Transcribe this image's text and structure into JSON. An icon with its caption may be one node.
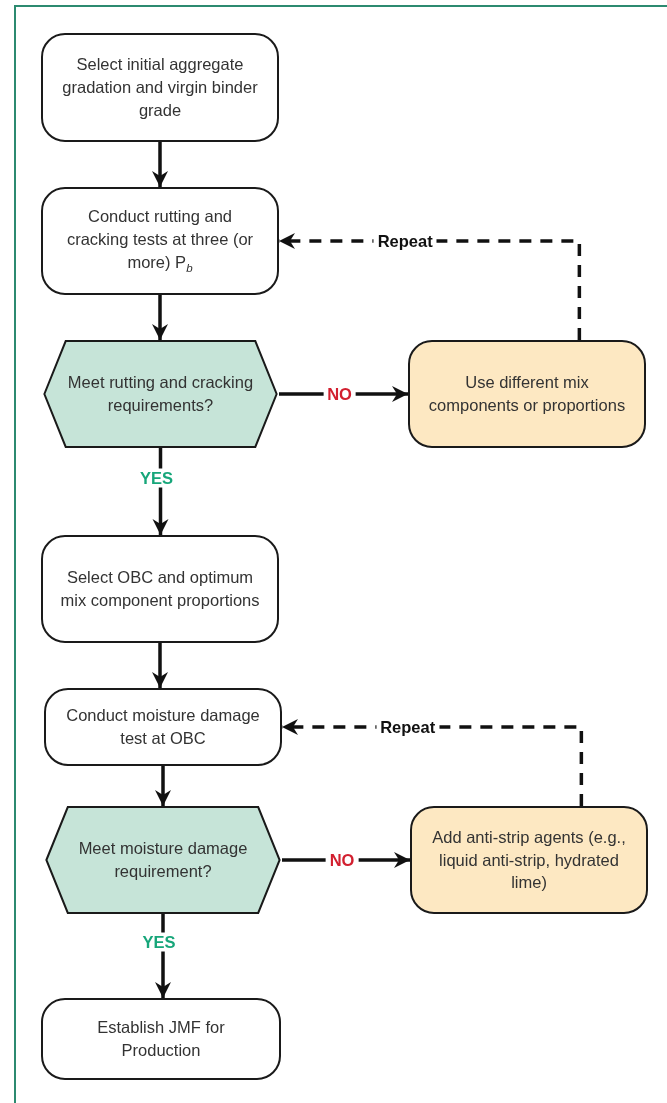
{
  "diagram": {
    "nodes": [
      {
        "text": [
          "Select initial aggregate gradation and virgin binder grade"
        ]
      },
      {
        "text": [
          "Conduct rutting and cracking tests at three (or more) P$_{b}$"
        ]
      },
      {
        "text": [
          "Meet rutting and cracking requirements?"
        ]
      },
      {
        "text": [
          "Use different mix components or proportions"
        ]
      },
      {
        "text": [
          "Select OBC and optimum mix component proportions"
        ]
      },
      {
        "text": [
          "Conduct moisture damage test at OBC"
        ]
      },
      {
        "text": [
          "Meet moisture damage requirement?"
        ]
      },
      {
        "text": [
          "Add anti-strip agents (e.g., liquid anti-strip, hydrated lime)"
        ]
      },
      {
        "text": [
          "Establish JMF for Production"
        ]
      }
    ],
    "edges": [
      {
        "from": 0,
        "to": 1,
        "arrow": "to"
      },
      {
        "from": 1,
        "to": 2,
        "arrow": "to"
      },
      {
        "from": 2,
        "to": 3,
        "arrow": "to",
        "label": "NO"
      },
      {
        "from": 3,
        "to": 1,
        "arrow": "to",
        "label": "Repeat",
        "style": "dashed"
      },
      {
        "from": 2,
        "to": 4,
        "arrow": "to",
        "label": "YES"
      },
      {
        "from": 4,
        "to": 5,
        "arrow": "to"
      },
      {
        "from": 5,
        "to": 6,
        "arrow": "to"
      },
      {
        "from": 6,
        "to": 7,
        "arrow": "to",
        "label": "NO"
      },
      {
        "from": 7,
        "to": 5,
        "arrow": "to",
        "label": "Repeat",
        "style": "dashed"
      },
      {
        "from": 6,
        "to": 8,
        "arrow": "to",
        "label": "YES"
      }
    ]
  }
}
